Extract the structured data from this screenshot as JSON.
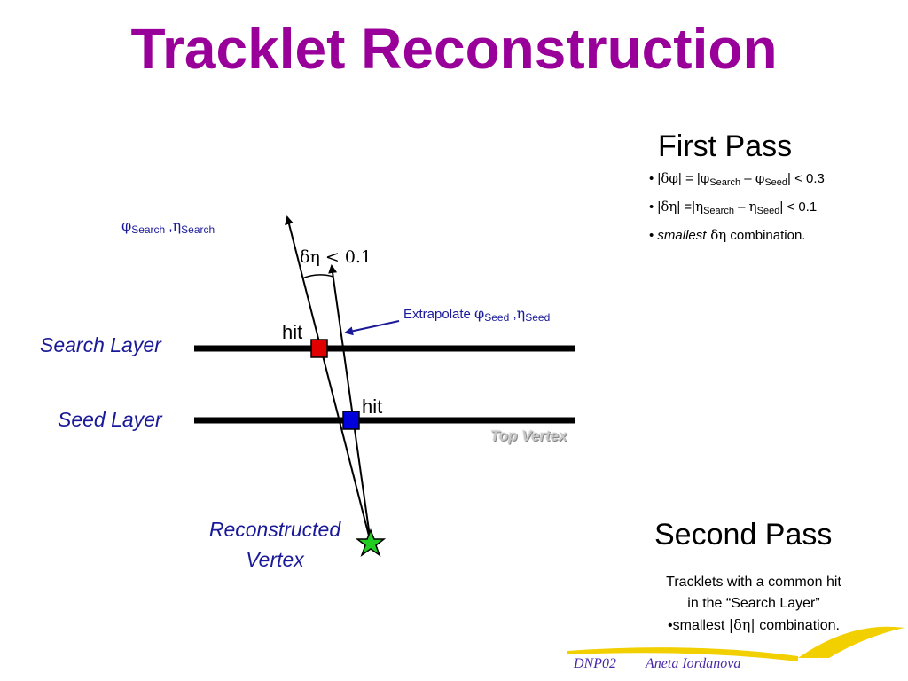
{
  "title": "Tracklet Reconstruction",
  "first_pass": {
    "heading": "First Pass",
    "bullet1": {
      "prefix": "• |",
      "dphi": "δφ",
      "mid": "| = |",
      "phi1": "φ",
      "sub1": "Search",
      "minus": " – ",
      "phi2": "φ",
      "sub2": "Seed",
      "rel": "| <  ",
      "value": "0.3"
    },
    "bullet2": {
      "prefix": "• |",
      "deta": "δη",
      "mid": "| =|",
      "eta1": "η",
      "sub1": "Search",
      "minus": " – ",
      "eta2": "η",
      "sub2": "Seed",
      "rel": "| <  ",
      "value": "0.1"
    },
    "bullet3": {
      "prefix": "• ",
      "italic": "smallest",
      "deta": " δη",
      "suffix": " combination."
    }
  },
  "diagram": {
    "search_label": {
      "phi": "φ",
      "phi_sub": "Search",
      "sep": " ,",
      "eta": "η",
      "eta_sub": "Search"
    },
    "delta_eta_cut": "δη < 0.1",
    "extrapolate": {
      "text": "Extrapolate  ",
      "phi": "φ",
      "phi_sub": "Seed",
      "sep": " ,",
      "eta": "η",
      "eta_sub": "Seed"
    },
    "search_layer": "Search Layer",
    "seed_layer": "Seed Layer",
    "hit_search": "hit",
    "hit_seed": "hit",
    "top_vertex": "Top Vertex",
    "reco_vertex_line1": "Reconstructed",
    "reco_vertex_line2": "Vertex",
    "colors": {
      "search_hit": "#e00000",
      "seed_hit": "#0000dd",
      "vertex": "#22cc22",
      "label_blue": "#1a1a99"
    }
  },
  "second_pass": {
    "heading": "Second Pass",
    "line1": "Tracklets with a common hit",
    "line2": "in the “Search Layer”",
    "line3_prefix": "•smallest ",
    "line3_math": "|δη|",
    "line3_suffix": " combination."
  },
  "footer": {
    "left": "DNP02",
    "right": "Aneta Iordanova"
  },
  "colors": {
    "title": "#990099",
    "footer": "#4b2aa8",
    "swoosh": "#f2d000"
  }
}
